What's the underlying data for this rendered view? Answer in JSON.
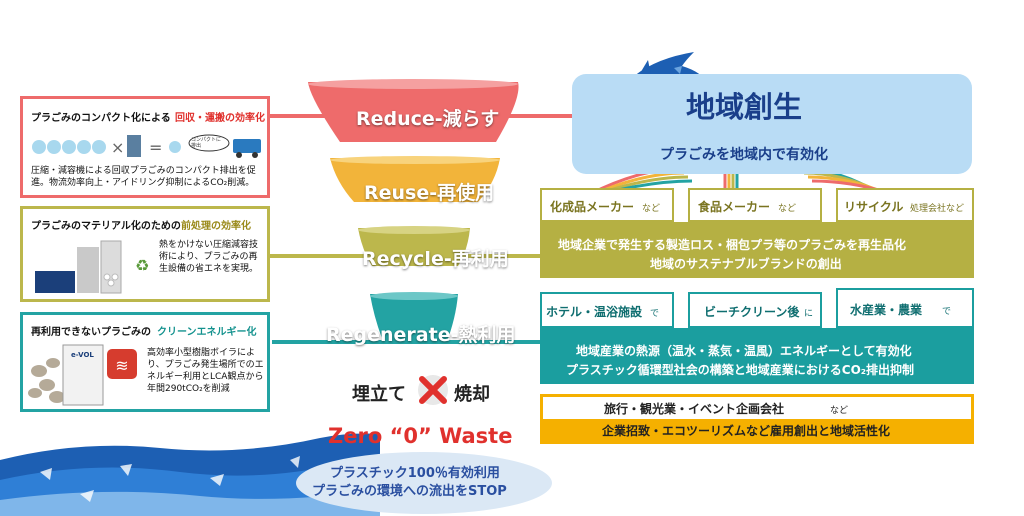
{
  "funnel": {
    "reduce": "Reduce-減らす",
    "reuse": "Reuse-再使用",
    "recycle": "Recycle-再利用",
    "regenerate": "Regenerate-熱利用",
    "landfill_left": "埋立て",
    "landfill_right": "焼却",
    "zero_waste": "Zero “0” Waste",
    "bottom_line1": "プラスチック100％有効利用",
    "bottom_line2": "プラごみの環境への流出をSTOP"
  },
  "left_boxes": {
    "compact": {
      "title_prefix": "プラごみのコンパクト化による",
      "title_highlight": "回収・運搬の効率化",
      "bubble": "コンパクトに排出",
      "body": "圧縮・減容機による回収プラごみのコンパクト排出を促進。物流効率向上・アイドリング抑制によるCO₂削減。"
    },
    "material": {
      "title_prefix": "プラごみのマテリアル化のための",
      "title_highlight": "前処理の効率化",
      "body": "熱をかけない圧縮減容技術により、プラごみの再生設備の省エネを実現。"
    },
    "energy": {
      "title_prefix": "再利用できないプラごみの",
      "title_highlight": "クリーンエネルギー化",
      "logo": "e-VOL",
      "body": "高効率小型樹脂ボイラにより、プラごみ発生場所でのエネルギー利用とLCA観点から年間290tCO₂を削減"
    }
  },
  "right": {
    "title": "地域創生",
    "subtitle": "プラごみを地域内で有効化",
    "row1": {
      "items": [
        {
          "main": "化成品メーカー",
          "suffix": "など"
        },
        {
          "main": "食品メーカー",
          "suffix": "など"
        },
        {
          "main": "リサイクル",
          "suffix": "処理会社など"
        }
      ],
      "line1": "地域企業で発生する製造ロス・梱包プラ等のプラごみを再生品化",
      "line2": "地域のサステナブルブランドの創出"
    },
    "row2": {
      "items": [
        {
          "main": "ホテル・温浴施設",
          "suffix": "で"
        },
        {
          "main": "ビーチクリーン後",
          "suffix": "に"
        },
        {
          "main": "水産業・農業",
          "suffix": "で"
        }
      ],
      "line1": "地域産業の熱源（温水・蒸気・温風）エネルギーとして有効化",
      "line2": "プラスチック循環型社会の構築と地域産業におけるCO₂排出抑制"
    },
    "row3": {
      "main": "旅行・観光業・イベント企画会社",
      "suffix": "など",
      "line": "企業招致・エコツーリズムなど雇用創出と地域活性化"
    }
  },
  "colors": {
    "reduce": "#ee6b6b",
    "reuse": "#f2b43a",
    "recycle": "#bcb74c",
    "regenerate": "#23a3a3",
    "blue_box": "#b9dcf5",
    "row1": "#b5b043",
    "row2": "#1b9e9f",
    "row3": "#f5b000"
  }
}
